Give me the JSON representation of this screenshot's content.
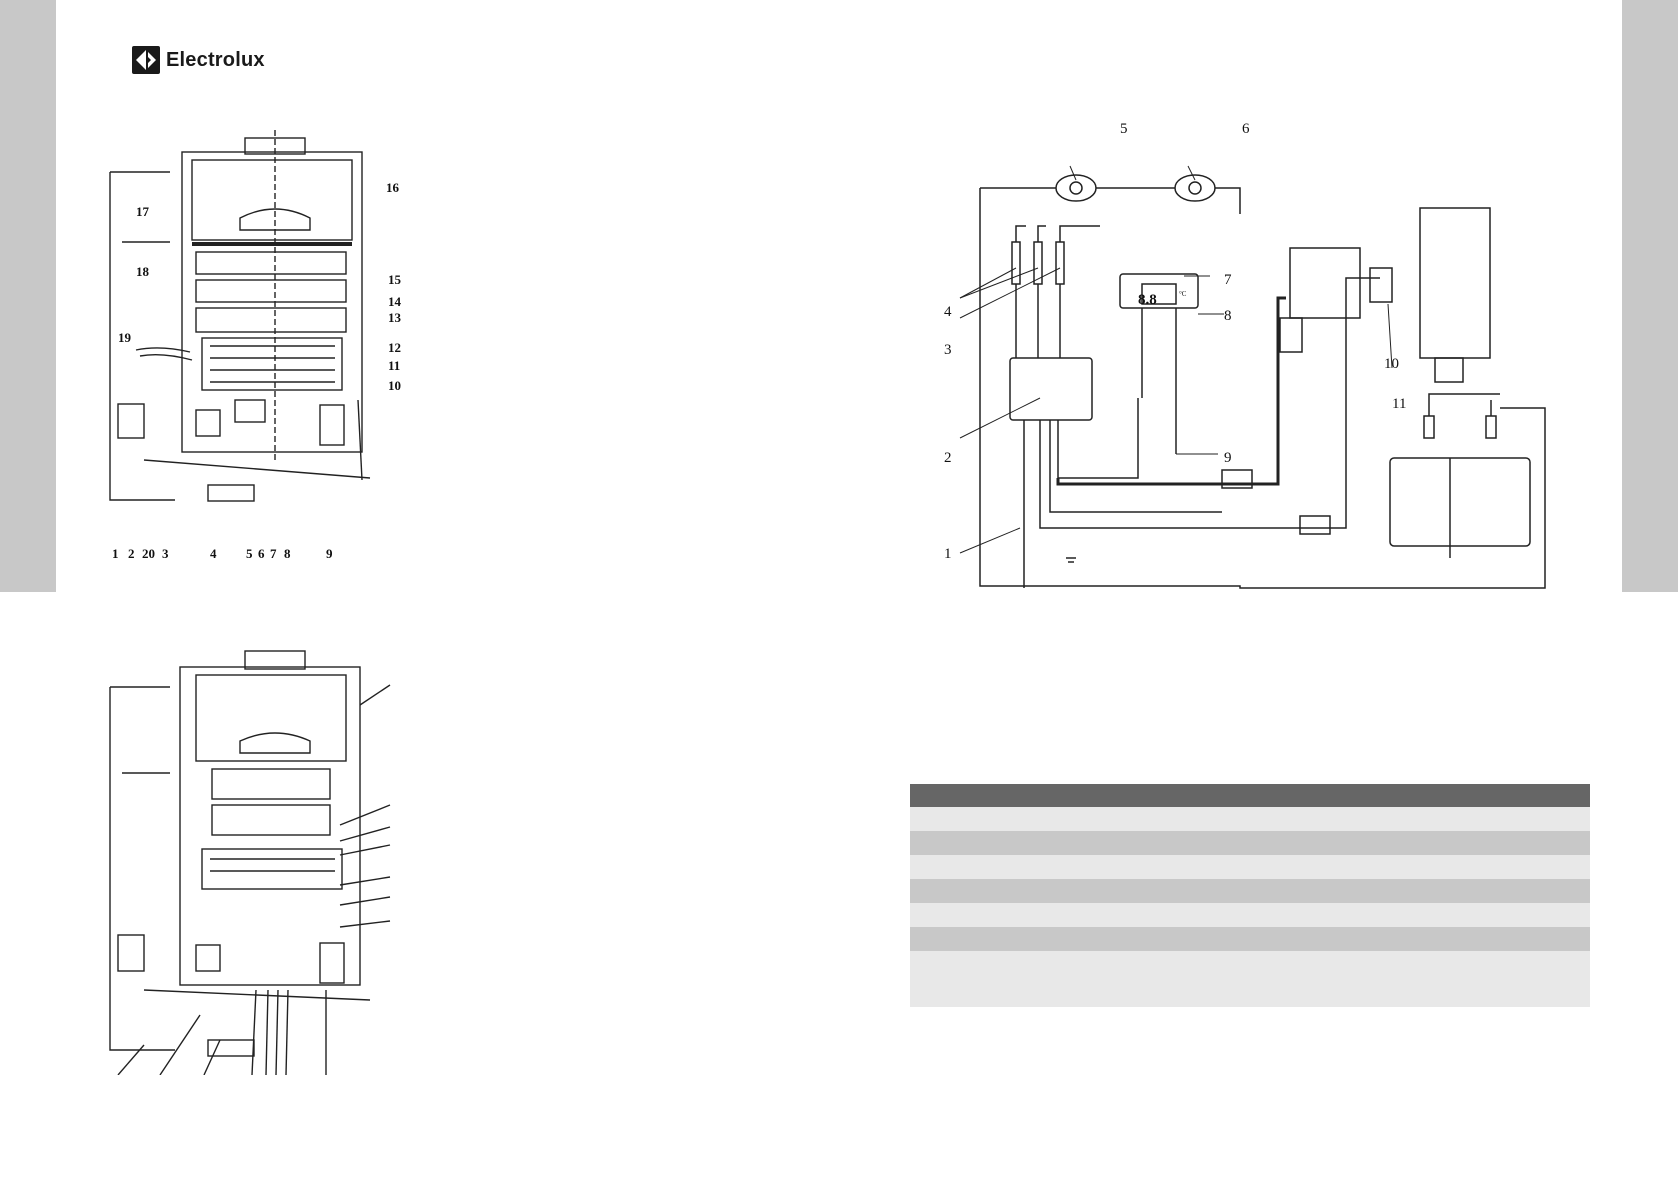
{
  "brand": {
    "name": "Electrolux",
    "logo_icon": "electrolux-logo-icon"
  },
  "diagram_top": {
    "callouts": [
      "17",
      "16",
      "18",
      "15",
      "14",
      "13",
      "19",
      "12",
      "11",
      "10",
      "1",
      "2",
      "20",
      "3",
      "4",
      "5",
      "6",
      "7",
      "8",
      "9"
    ]
  },
  "diagram_wiring": {
    "callouts": [
      "5",
      "6",
      "4",
      "3",
      "7",
      "8",
      "10",
      "2",
      "9",
      "11",
      "1"
    ],
    "display_readout": "8.8",
    "display_unit": "°C"
  },
  "colors": {
    "strip": "#c8c8c8",
    "table_header": "#666666",
    "table_row_light": "#e8e8e8",
    "table_row_dark": "#c8c8c8"
  }
}
